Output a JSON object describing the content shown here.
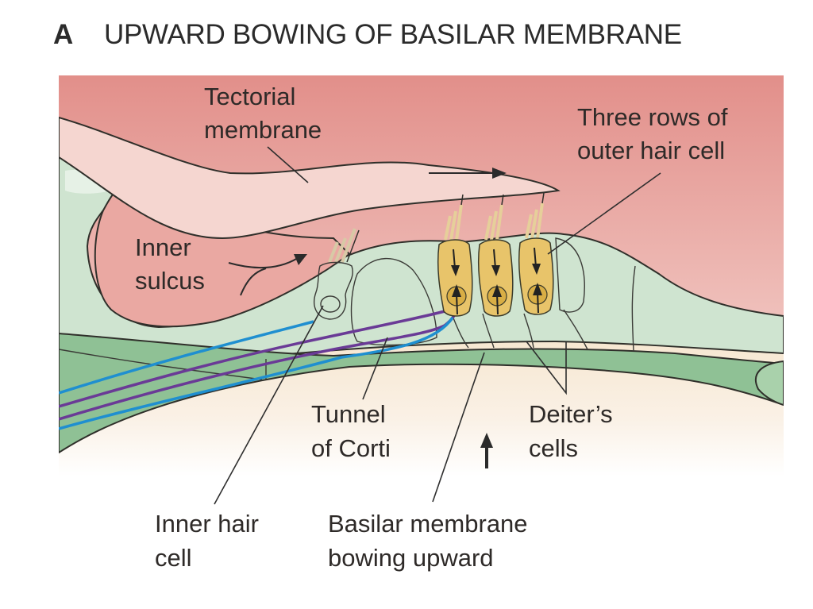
{
  "figure": {
    "panel_letter": "A",
    "title": "UPWARD BOWING OF BASILAR MEMBRANE"
  },
  "labels": {
    "tectorial_membrane": [
      "Tectorial",
      "membrane"
    ],
    "outer_hair_cells": [
      "Three rows of",
      "outer hair cell"
    ],
    "inner_sulcus": [
      "Inner",
      "sulcus"
    ],
    "tunnel_of_corti": [
      "Tunnel",
      "of Corti"
    ],
    "deiters_cells": [
      "Deiter’s",
      "cells"
    ],
    "inner_hair_cell": [
      "Inner hair",
      "cell"
    ],
    "basilar_membrane": [
      "Basilar membrane",
      "bowing upward"
    ]
  },
  "colors": {
    "endolymph_top": "#e3918c",
    "endolymph_bottom": "#f2c9c4",
    "tectorial": "#f5d5cf",
    "support_cells": "#cfe3cf",
    "basilar": "#8fbf8f",
    "perilymph": "#f7ead8",
    "outer_hair_cell": "#e8c46a",
    "inner_hair_cell": "#c9c1e3",
    "tunnel": "#f5deaa",
    "nerve_blue": "#1f8fd0",
    "nerve_purple": "#6a3a96"
  }
}
